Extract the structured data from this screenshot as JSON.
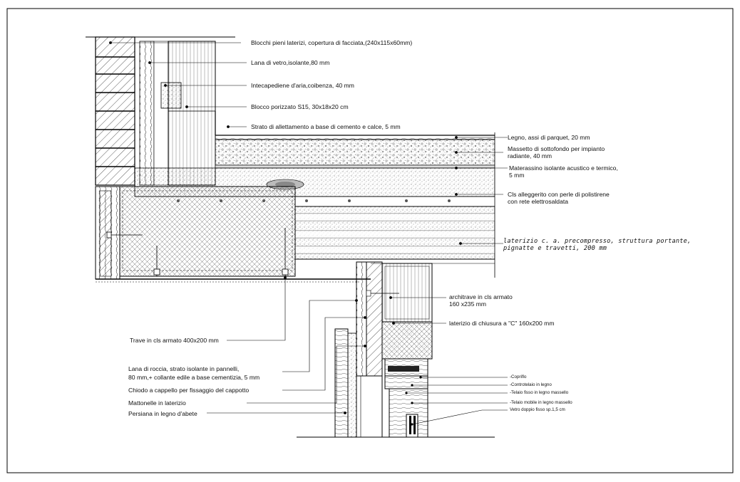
{
  "drawing": {
    "labels": {
      "blocchi_pieni": "Blocchi pieni laterizi, copertura di facciata,(240x115x60mm)",
      "lana_vetro": "Lana di vetro,isolante,80 mm",
      "intercapedine": "Intecapediene d'aria,coibenza, 40 mm",
      "blocco_porizzato": "Blocco porizzato S15, 30x18x20 cm",
      "strato_allettamento": "Strato di allettamento a base di cemento e calce, 5 mm",
      "legno_parquet": "Legno, assi di parquet, 20 mm",
      "massetto_line1": "Massetto di sottofondo per impianto",
      "massetto_line2": "radiante, 40 mm",
      "materassino_line1": "Materassino isolante acustico e termico,",
      "materassino_line2": "5 mm",
      "cls_alleggerito_line1": "Cls alleggerito con perle di polistirene",
      "cls_alleggerito_line2": "con rete elettrosaldata",
      "laterizio_line1": "laterizio c. a. precompresso, struttura portante,",
      "laterizio_line2": "pignatte e travetti, 200 mm",
      "architrave_line1": "architrave in cls armato",
      "architrave_line2": "160 x235 mm",
      "laterizio_chiusura": "laterizio di chiusura a \"C\" 160x200 mm",
      "trave_cls": "Trave in cls armato 400x200 mm",
      "lana_roccia_line1": "Lana di roccia, strato isolante in pannelli,",
      "lana_roccia_line2": "80 mm,+ collante edile a base cementizia, 5 mm",
      "chiodo_cappello": "Chiodo a cappello per fissaggio del cappotto",
      "mattonelle": "Mattonelle in laterizio",
      "persiana": "Persiana in legno d'abete",
      "copriflo": "-Copriflo",
      "controtelaio": "-Controtelaio in legno",
      "telaio_fisso": "-Telaio fisso in legno massello",
      "telaio_mobile": "-Telaio mobile in legno massello",
      "vetro_doppio": "Vetro doppio fisso sp.1,5 cm"
    }
  }
}
